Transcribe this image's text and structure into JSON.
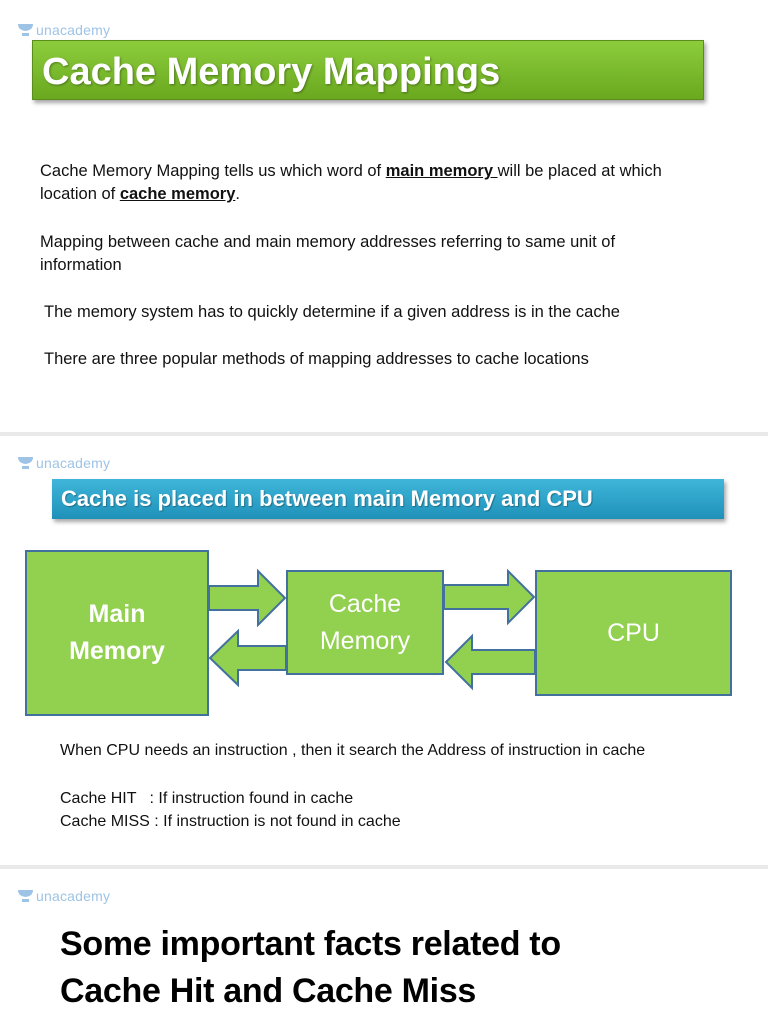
{
  "logo_text": "unacademy",
  "slide1": {
    "title": "Cache Memory Mappings",
    "p1": {
      "before1": "Cache Memory Mapping tells us which word of ",
      "link1": "main memory ",
      "middle": "will be placed at which location of ",
      "link2": "cache memory",
      "after": "."
    },
    "p2": "Mapping between cache and main memory addresses referring to same unit of information",
    "p3": "The memory system has to quickly determine if a given address is in the cache",
    "p4": "There are three popular methods of mapping addresses to cache locations"
  },
  "slide2": {
    "title": "Cache is placed in between main Memory and CPU",
    "diagram": {
      "main_memory": {
        "line1": "Main",
        "line2": "Memory"
      },
      "cache_memory": {
        "line1": "Cache",
        "line2": "Memory"
      },
      "cpu": "CPU"
    },
    "note": "When CPU needs an instruction , then it search the Address of instruction in cache",
    "hit": "Cache HIT   : If instruction found in cache",
    "miss": "Cache MISS : If instruction is not found in cache"
  },
  "slide3": {
    "heading_line1": "Some important facts related to",
    "heading_line2": "Cache Hit and Cache Miss"
  }
}
